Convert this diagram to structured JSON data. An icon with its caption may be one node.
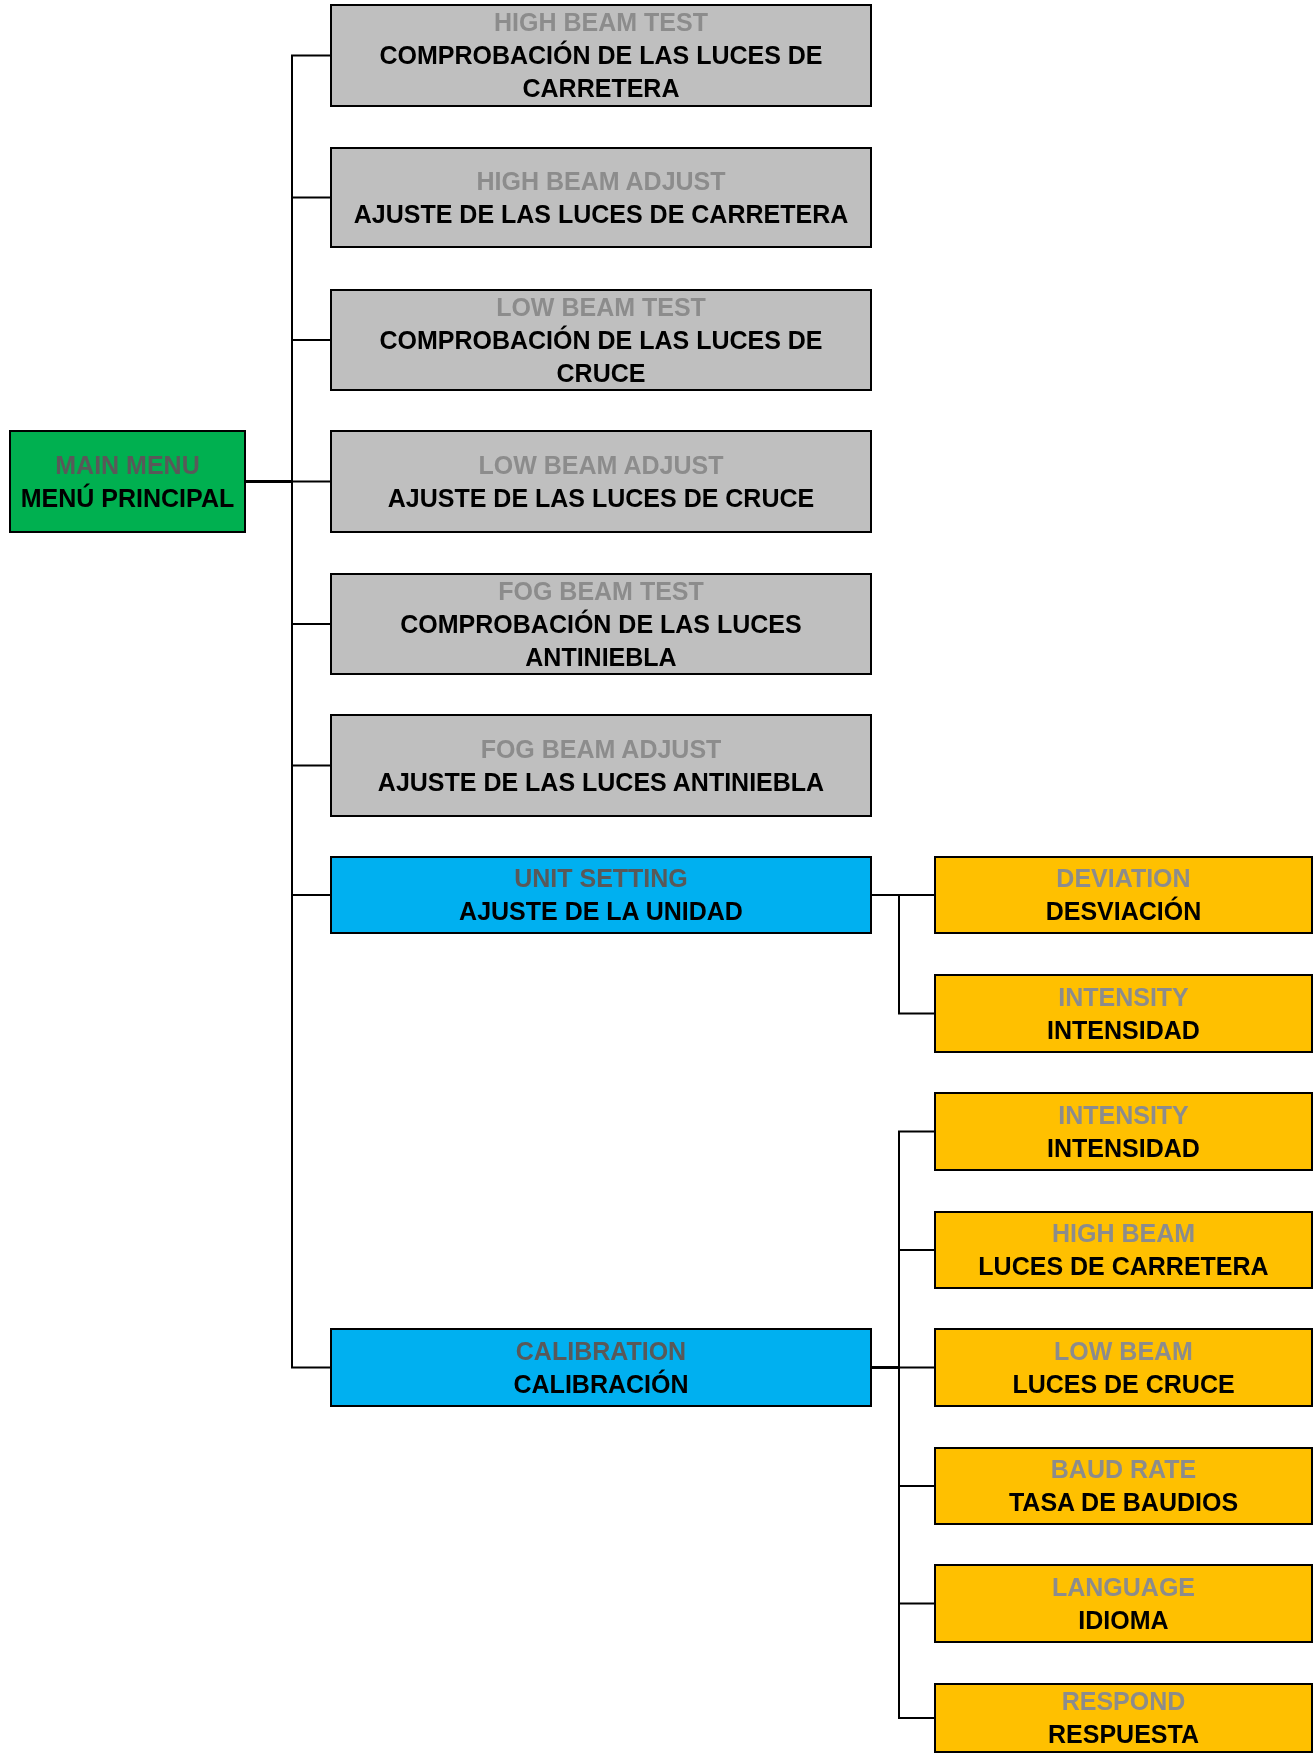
{
  "diagram": {
    "nodes": [
      {
        "text": [
          "MAIN MENU",
          "MENÚ PRINCIPAL"
        ]
      },
      {
        "text": [
          "HIGH BEAM TEST",
          "COMPROBACIÓN DE LAS LUCES DE CARRETERA"
        ]
      },
      {
        "text": [
          "HIGH BEAM ADJUST",
          "AJUSTE DE LAS LUCES DE CARRETERA"
        ]
      },
      {
        "text": [
          "LOW BEAM TEST",
          "COMPROBACIÓN DE LAS LUCES DE CRUCE"
        ]
      },
      {
        "text": [
          "LOW BEAM ADJUST",
          "AJUSTE DE LAS LUCES DE CRUCE"
        ]
      },
      {
        "text": [
          "FOG BEAM TEST",
          "COMPROBACIÓN DE LAS LUCES ANTINIEBLA"
        ]
      },
      {
        "text": [
          "FOG BEAM ADJUST",
          "AJUSTE DE LAS LUCES ANTINIEBLA"
        ]
      },
      {
        "text": [
          "UNIT SETTING",
          "AJUSTE DE LA UNIDAD"
        ]
      },
      {
        "text": [
          "DEVIATION",
          "DESVIACIÓN"
        ]
      },
      {
        "text": [
          "INTENSITY",
          "INTENSIDAD"
        ]
      },
      {
        "text": [
          "CALIBRATION",
          "CALIBRACIÓN"
        ]
      },
      {
        "text": [
          "INTENSITY",
          "INTENSIDAD"
        ]
      },
      {
        "text": [
          "HIGH BEAM",
          "LUCES DE CARRETERA"
        ]
      },
      {
        "text": [
          "LOW BEAM",
          "LUCES DE CRUCE"
        ]
      },
      {
        "text": [
          "BAUD RATE",
          "TASA DE BAUDIOS"
        ]
      },
      {
        "text": [
          "LANGUAGE",
          "IDIOMA"
        ]
      },
      {
        "text": [
          "RESPOND",
          "RESPUESTA"
        ]
      }
    ],
    "edges": [
      {
        "from": 0,
        "to": 1,
        "arrow": "none"
      },
      {
        "from": 0,
        "to": 2,
        "arrow": "none"
      },
      {
        "from": 0,
        "to": 3,
        "arrow": "none"
      },
      {
        "from": 0,
        "to": 4,
        "arrow": "none"
      },
      {
        "from": 0,
        "to": 5,
        "arrow": "none"
      },
      {
        "from": 0,
        "to": 6,
        "arrow": "none"
      },
      {
        "from": 0,
        "to": 7,
        "arrow": "none"
      },
      {
        "from": 0,
        "to": 10,
        "arrow": "none"
      },
      {
        "from": 7,
        "to": 8,
        "arrow": "none"
      },
      {
        "from": 7,
        "to": 9,
        "arrow": "none"
      },
      {
        "from": 10,
        "to": 11,
        "arrow": "none"
      },
      {
        "from": 10,
        "to": 12,
        "arrow": "none"
      },
      {
        "from": 10,
        "to": 13,
        "arrow": "none"
      },
      {
        "from": 10,
        "to": 14,
        "arrow": "none"
      },
      {
        "from": 10,
        "to": 15,
        "arrow": "none"
      },
      {
        "from": 10,
        "to": 16,
        "arrow": "none"
      }
    ]
  }
}
